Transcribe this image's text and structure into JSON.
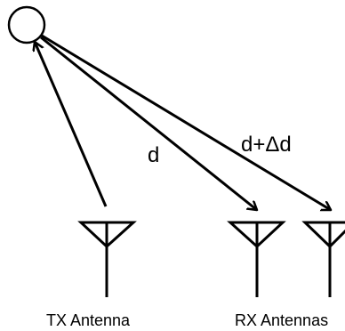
{
  "diagram": {
    "target": {
      "shape": "circle",
      "stroke": "#000000"
    },
    "labels": {
      "direct_path": "d",
      "offset_path": "d+Δd",
      "tx_caption": "TX Antenna",
      "rx_caption": "RX Antennas"
    },
    "antennas": {
      "tx_count": 1,
      "rx_count": 2
    },
    "colors": {
      "stroke": "#000000",
      "background": "#ffffff"
    }
  }
}
